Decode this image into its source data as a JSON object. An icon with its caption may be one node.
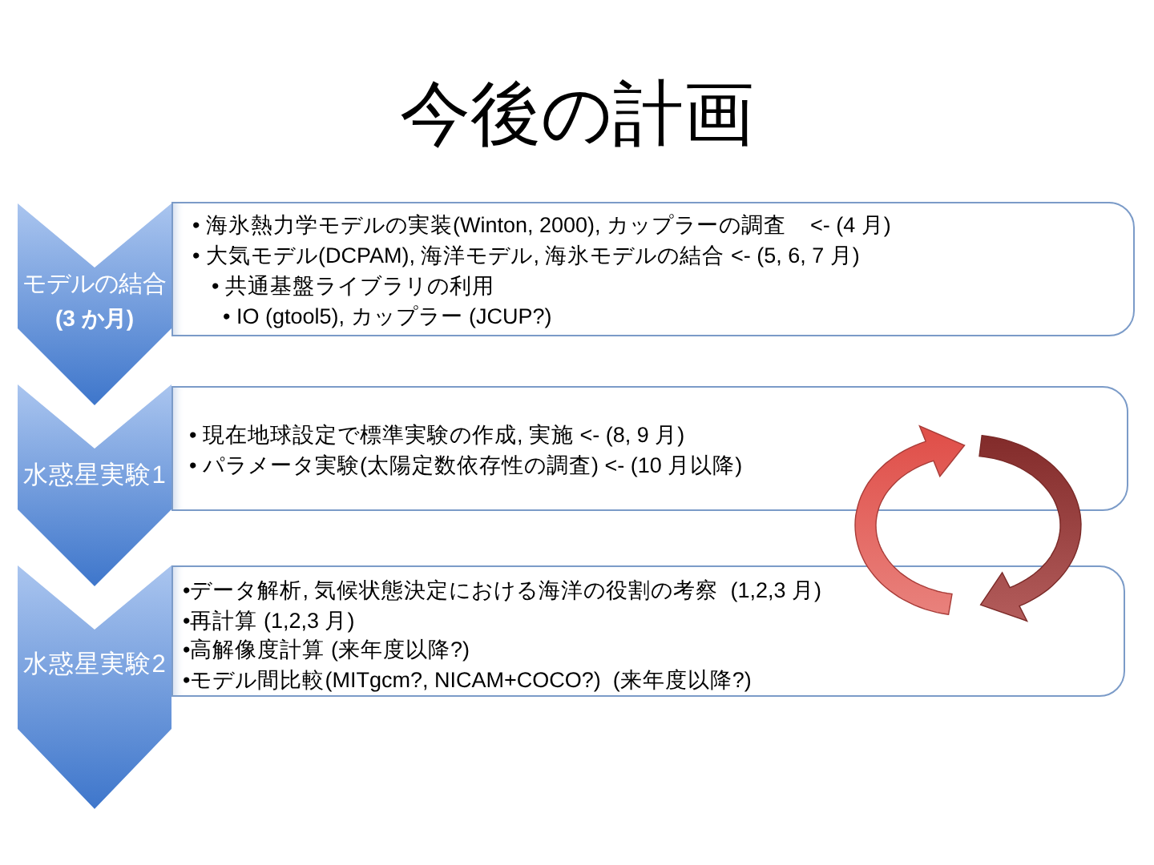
{
  "diagram": {
    "title": "今後の計画",
    "nodes": [
      {
        "text": [
          "モデルの結合",
          "(3 か月)"
        ]
      },
      {
        "text": [
          "• 海氷熱力学モデルの実装(Winton, 2000), カップラーの調査    <- (4 月)",
          "• 大気モデル(DCPAM), 海洋モデル, 海氷モデルの結合 <- (5, 6, 7 月)",
          "• 共通基盤ライブラリの利用",
          "• IO (gtool5), カップラー (JCUP?)"
        ]
      },
      {
        "text": [
          "水惑星実験1"
        ]
      },
      {
        "text": [
          "• 現在地球設定で標準実験の作成, 実施 <- (8, 9 月)",
          "• パラメータ実験(太陽定数依存性の調査) <- (10 月以降)"
        ]
      },
      {
        "text": [
          "水惑星実験2"
        ]
      },
      {
        "text": [
          "•データ解析, 気候状態決定における海洋の役割の考察  (1,2,3 月)",
          "•再計算 (1,2,3 月)",
          "•高解像度計算 (来年度以降?)",
          "•モデル間比較(MITgcm?, NICAM+COCO?)  (来年度以降?)"
        ]
      }
    ],
    "edges": [
      {
        "from": 5,
        "to": 3,
        "arrow": "to",
        "color": "#e0504a"
      },
      {
        "from": 3,
        "to": 5,
        "arrow": "to",
        "color": "#a33634"
      }
    ]
  }
}
